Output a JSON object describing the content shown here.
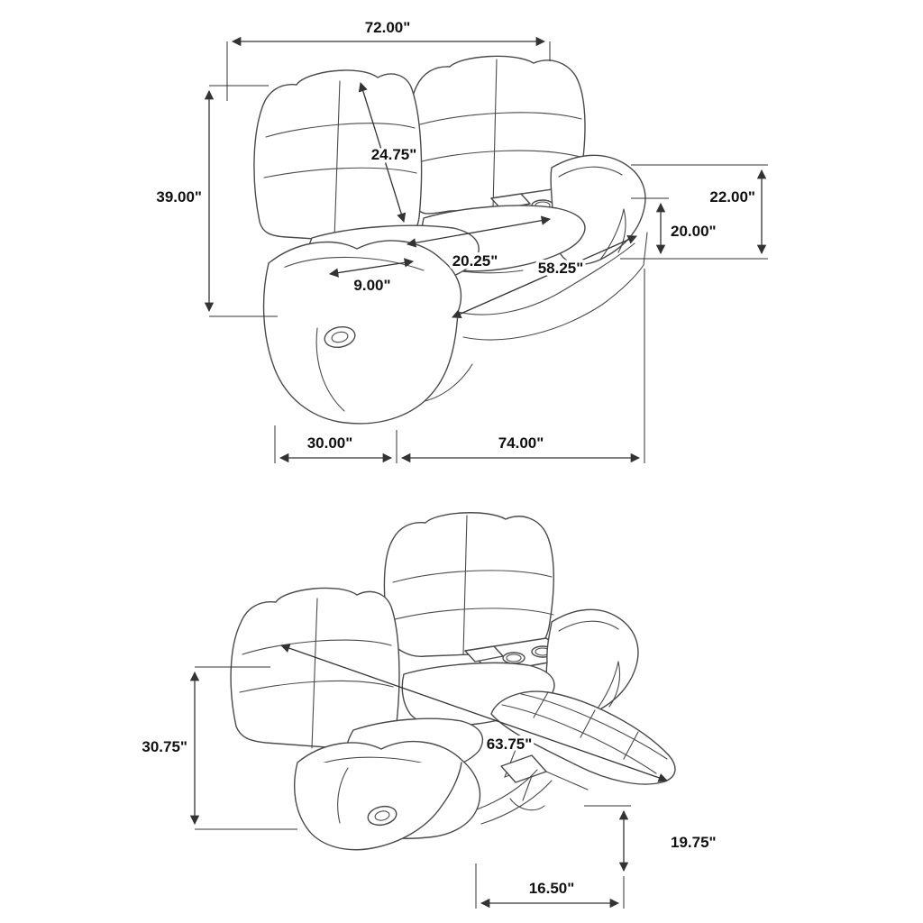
{
  "diagram": {
    "dims": {
      "overall_width": "72.00\"",
      "back_height": "39.00\"",
      "back_cushion_height": "24.75\"",
      "arm_height": "22.00\"",
      "console_height": "20.00\"",
      "seat_depth": "20.25\"",
      "interior_width": "58.25\"",
      "seat_thickness": "9.00\"",
      "overall_depth": "30.00\"",
      "front_width": "74.00\"",
      "reclined_height": "30.75\"",
      "reclined_length": "63.75\"",
      "footrest_height": "19.75\"",
      "footrest_depth": "16.50\""
    },
    "colors": {
      "line": "#4a4a4a",
      "dim_line": "#333333",
      "text": "#111111",
      "background": "#ffffff"
    }
  }
}
